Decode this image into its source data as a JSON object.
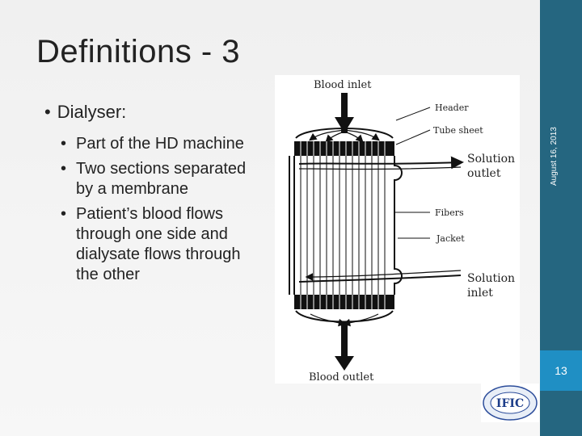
{
  "slide": {
    "title": "Definitions - 3",
    "main_bullet": "Dialyser:",
    "sub_bullets": [
      "Part of the HD machine",
      "Two sections separated by a membrane",
      "Patient’s blood flows through one side and dialysate flows through the other"
    ],
    "date": "August 16, 2013",
    "page_number": "13"
  },
  "diagram": {
    "labels": {
      "blood_inlet": "Blood inlet",
      "header": "Header",
      "tube_sheet": "Tube sheet",
      "solution_outlet_1": "Solution",
      "solution_outlet_2": "outlet",
      "fibers": "Fibers",
      "jacket": "Jacket",
      "solution_inlet_1": "Solution",
      "solution_inlet_2": "inlet",
      "blood_outlet": "Blood outlet"
    }
  },
  "logo": {
    "text": "IFIC"
  },
  "colors": {
    "sidebar": "#256680",
    "page_box": "#1f8fc4"
  }
}
